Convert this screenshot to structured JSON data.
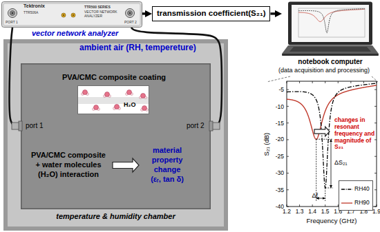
{
  "diagram": {
    "nodes": [
      {
        "text": [
          "vector network analyzer"
        ]
      },
      {
        "text": [
          "transmission coefficient(S₂₁)"
        ]
      },
      {
        "text": [
          "notebook computer",
          "(data acquisition and processing)"
        ]
      },
      {
        "text": [
          "ambient air (RH, tempereture)",
          "temperature & humidity chamber"
        ]
      },
      {
        "text": [
          "PVA/CMC composite + water molecules (H₂O) interaction",
          "material property change (εᵣ, tan δ)"
        ],
        "in": 3
      },
      {
        "text": [
          "PVA/CMC composite coating",
          "H₂O"
        ],
        "in": 4
      }
    ],
    "edges": [
      {
        "from": 0,
        "to": 1,
        "arrow": "to"
      },
      {
        "from": 1,
        "to": 2,
        "arrow": "to"
      },
      {
        "from": 0,
        "to": 4,
        "arrow": "none"
      },
      {
        "from": 0,
        "to": 4,
        "arrow": "none"
      }
    ],
    "labels": [
      "Tektronix",
      "TTR506A",
      "PORT 1",
      "PORT 2",
      "TTR500 SERIES",
      "VECTOR NETWORK ANALYZER",
      "port 1",
      "port 2",
      "changes in resonant frequency and magnitude of S₂₁",
      "S₂₁ (dB)",
      "Frequency (GHz)",
      "-5",
      "-10",
      "-15",
      "-20",
      "-25",
      "-30",
      "-35",
      "-40",
      "1.2",
      "1.3",
      "1.4",
      "1.5",
      "1.6",
      "1.7",
      "1.8",
      "1.9",
      "ΔS₂₁",
      "Δf"
    ],
    "legend": [
      {
        "text": "RH40"
      },
      {
        "text": "RH90"
      }
    ]
  }
}
